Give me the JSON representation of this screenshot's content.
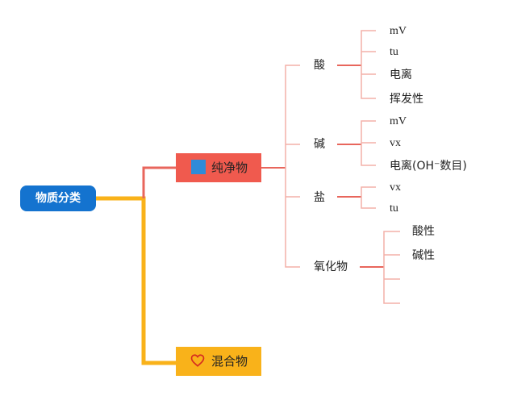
{
  "root": {
    "label": "物质分类"
  },
  "branches": {
    "pure": {
      "label": "纯净物",
      "icon": "blue-square-icon",
      "children": {
        "acid": {
          "label": "酸",
          "items": [
            "mV",
            "tu",
            "电离",
            "挥发性"
          ]
        },
        "base": {
          "label": "碱",
          "items": [
            "mV",
            "vx",
            "电离(OH⁻数目)"
          ]
        },
        "salt": {
          "label": "盐",
          "items": [
            "vx",
            "tu"
          ]
        },
        "oxide": {
          "label": "氧化物",
          "items": [
            "酸性",
            "碱性",
            "",
            ""
          ]
        }
      }
    },
    "mixture": {
      "label": "混合物",
      "icon": "heart-icon"
    }
  },
  "colors": {
    "root": "#1473cf",
    "pure": "#f05a4e",
    "pure_line": "#e8665c",
    "pure_light_line": "#f3b0a8",
    "mixture": "#f9b21a"
  }
}
